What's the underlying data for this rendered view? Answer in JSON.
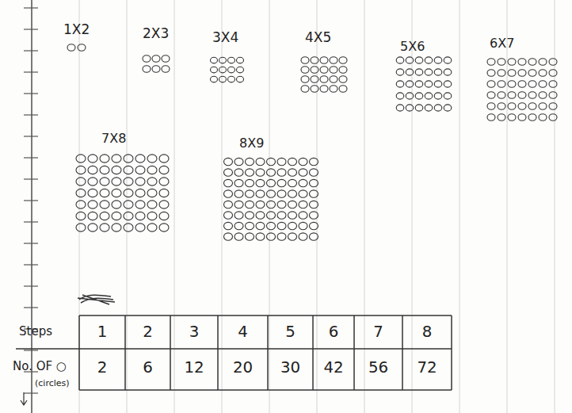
{
  "diagram": {
    "labels": [
      "1X2",
      "2X3",
      "3X4",
      "4X5",
      "5X6",
      "6X7",
      "7X8",
      "8X9",
      "Steps",
      "1",
      "2",
      "3",
      "4",
      "5",
      "6",
      "7",
      "8",
      "No. OF ○",
      "(circles)",
      "2",
      "6",
      "12",
      "20",
      "30",
      "42",
      "56",
      "72"
    ]
  }
}
